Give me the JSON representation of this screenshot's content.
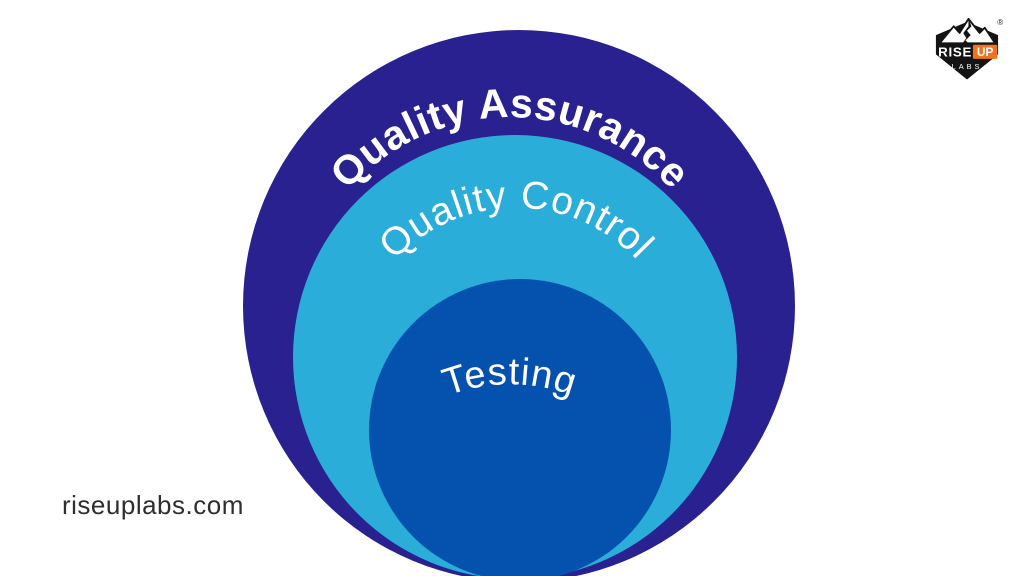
{
  "diagram": {
    "title": "QA / QC / Testing nested circles",
    "rings": [
      {
        "label": "Quality Assurance",
        "color": "#2a2190"
      },
      {
        "label": "Quality Control",
        "color": "#2badda"
      },
      {
        "label": "Testing",
        "color": "#0552ae"
      }
    ],
    "label_color": "#ffffff",
    "background_color": "#ffffff"
  },
  "footer": {
    "website": "riseuplabs.com",
    "text_color": "#2e2e2e"
  },
  "logo": {
    "word1": "RISE",
    "word2": "UP",
    "word3": "LABS",
    "registered_mark": "®",
    "accent_color": "#f2711f",
    "badge_color": "#141414",
    "mountain_color": "#ffffff"
  }
}
